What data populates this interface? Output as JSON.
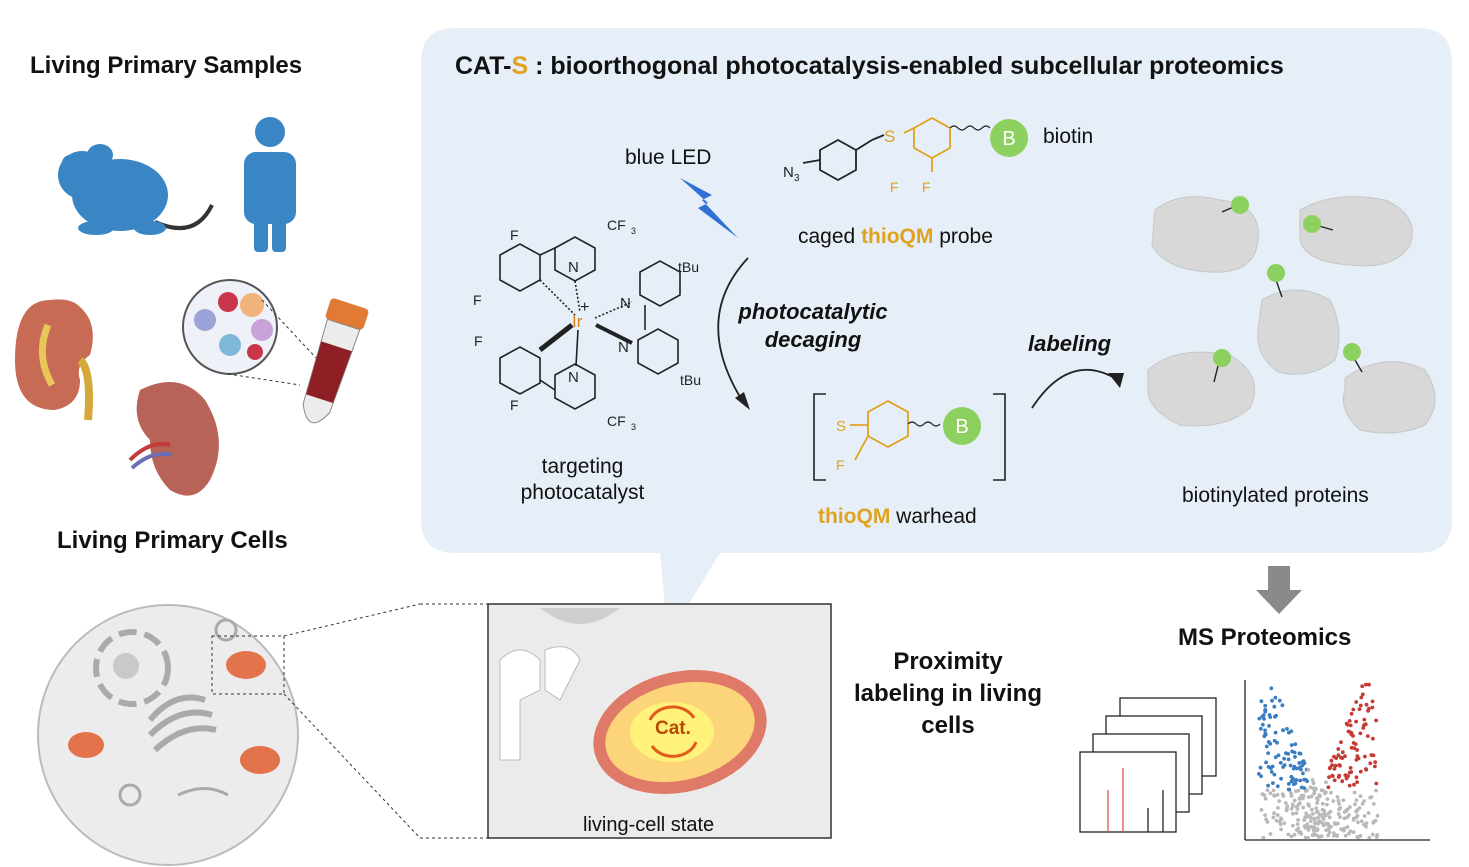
{
  "header": {
    "prefix": "CAT-",
    "letter": "S",
    "colon": " : ",
    "rest": "bioorthogonal photocatalysis-enabled subcellular proteomics"
  },
  "left": {
    "samples_title": "Living Primary Samples",
    "cells_title": "Living Primary Cells"
  },
  "scheme": {
    "blue_led": "blue LED",
    "biotin": "biotin",
    "probe_gold": "thioQM",
    "probe_pre": "caged ",
    "probe_post": " probe",
    "decaging_l1": "photocatalytic",
    "decaging_l2": "decaging",
    "labeling": "labeling",
    "catalyst_l1": "targeting",
    "catalyst_l2": "photocatalyst",
    "warhead_gold": "thioQM",
    "warhead_post": " warhead",
    "proteins": "biotinylated proteins",
    "atoms": {
      "B": "B",
      "S": "S",
      "F": "F",
      "N": "N",
      "N3": "N",
      "N3sub": "3",
      "Ir": "Ir",
      "plus": "+",
      "CF3": "CF",
      "sub3": "3",
      "tBu": "tBu"
    }
  },
  "zoom": {
    "cat": "Cat.",
    "state": "living-cell state"
  },
  "proximity": {
    "l1": "Proximity",
    "l2": "labeling in living",
    "l3": "cells"
  },
  "ms": {
    "title": "MS Proteomics"
  },
  "colors": {
    "panel": "#e6eff7",
    "gold": "#e0a21f",
    "green": "#8cd160",
    "blue_icon": "#3a86c4",
    "red": "#c0392b",
    "volcano_blue": "#3a7dc0",
    "volcano_red": "#c63a36"
  }
}
